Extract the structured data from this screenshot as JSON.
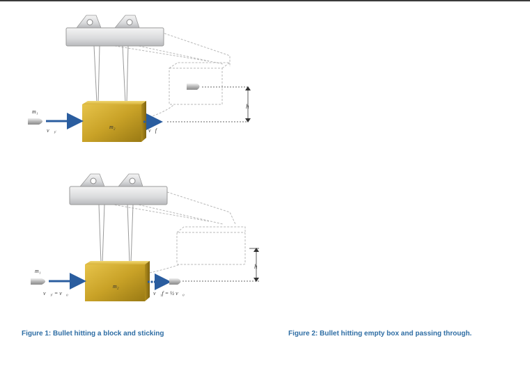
{
  "figure1": {
    "labels": {
      "bullet_mass": "m₁",
      "block_mass": "m₂",
      "v_initial": "v⃗₁ᵢ",
      "v_final": "v⃗f",
      "height": "h"
    }
  },
  "figure2": {
    "labels": {
      "bullet_mass": "m₁",
      "block_mass": "m₂",
      "v_initial": "v⃗₁ᵢ = v⃗₀",
      "v_final": "v⃗₁f = ½ v⃗₀",
      "height": "h"
    }
  },
  "captions": {
    "figure1": "Figure 1: Bullet hitting a block and sticking",
    "figure2": "Figure 2: Bullet hitting empty box and passing through."
  },
  "colors": {
    "block": "#c9a227",
    "arrow": "#2a5d9f",
    "caption": "#2e6da4"
  }
}
